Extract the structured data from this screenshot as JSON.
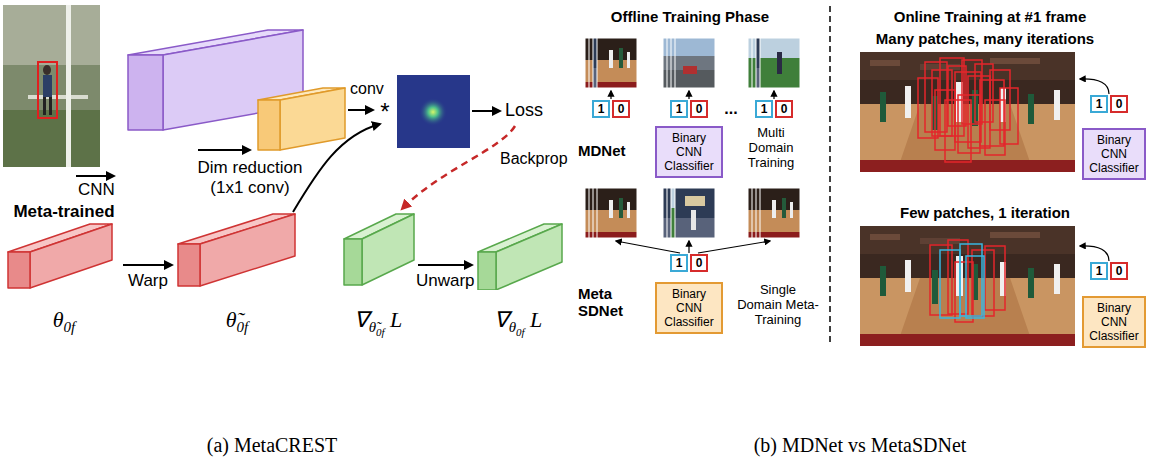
{
  "diagram": {
    "nodes": [
      {
        "text": [
          "Meta-trained",
          "θ0f"
        ]
      },
      {
        "text": [
          "θ̃0f"
        ]
      },
      {
        "text": [
          "∇θ̃0f L"
        ]
      },
      {
        "text": [
          "∇θ0f L"
        ]
      },
      {
        "text": [
          "1",
          "0"
        ]
      },
      {
        "text": [
          "1",
          "0"
        ]
      },
      {
        "text": [
          "1",
          "0"
        ]
      },
      {
        "text": [
          "Binary CNN Classifier"
        ]
      },
      {
        "text": [
          "1",
          "0"
        ]
      },
      {
        "text": [
          "Binary CNN Classifier"
        ]
      },
      {
        "text": [
          "1",
          "0"
        ]
      },
      {
        "text": [
          "Binary CNN Classifier"
        ]
      },
      {
        "text": [
          "1",
          "0"
        ]
      },
      {
        "text": [
          "Binary CNN Classifier"
        ]
      }
    ],
    "edges": [
      {
        "from": 0,
        "to": 1,
        "label": "Warp",
        "arrow": "to"
      },
      {
        "from": 2,
        "to": 3,
        "label": "Unwarp",
        "arrow": "to"
      }
    ],
    "labels": [
      "CNN",
      "Dim reduction (1x1 conv)",
      "conv",
      "*",
      "Loss",
      "Backprop",
      "(a) MetaCREST",
      "Offline Training Phase",
      "...",
      "MDNet",
      "Multi Domain Training",
      "Meta SDNet",
      "Single Domain Meta-Training",
      "Online Training at #1 frame",
      "Many patches, many iterations",
      "Few patches, 1 iteration",
      "(b) MDNet vs MetaSDNet"
    ]
  }
}
